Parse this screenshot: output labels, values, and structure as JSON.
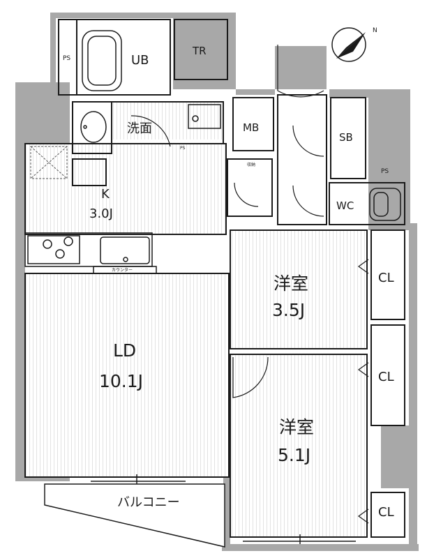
{
  "rooms": {
    "ld_name": "LD",
    "ld_size": "10.1J",
    "kitchen_name": "K",
    "kitchen_size": "3.0J",
    "western1_name": "洋室",
    "western1_size": "3.5J",
    "western2_name": "洋室",
    "western2_size": "5.1J",
    "unit_bath": "UB",
    "washroom": "洗面",
    "toilet": "WC",
    "balcony": "バルコニー"
  },
  "storage": {
    "trunk_room": "TR",
    "meter_box": "MB",
    "shoe_box": "SB",
    "closet1": "CL",
    "closet2": "CL",
    "closet3": "CL",
    "pipe_space_top": "PS",
    "pipe_space_wc": "PS",
    "pipe_space_wash": "PS",
    "small_storage": "収納",
    "counter": "カウンター"
  },
  "compass_label": "N",
  "colors": {
    "exterior_wall": "#a8a8a8",
    "wall_line": "#1a1a1a",
    "floor_stripe": "#e6e6e6",
    "background": "#ffffff"
  }
}
